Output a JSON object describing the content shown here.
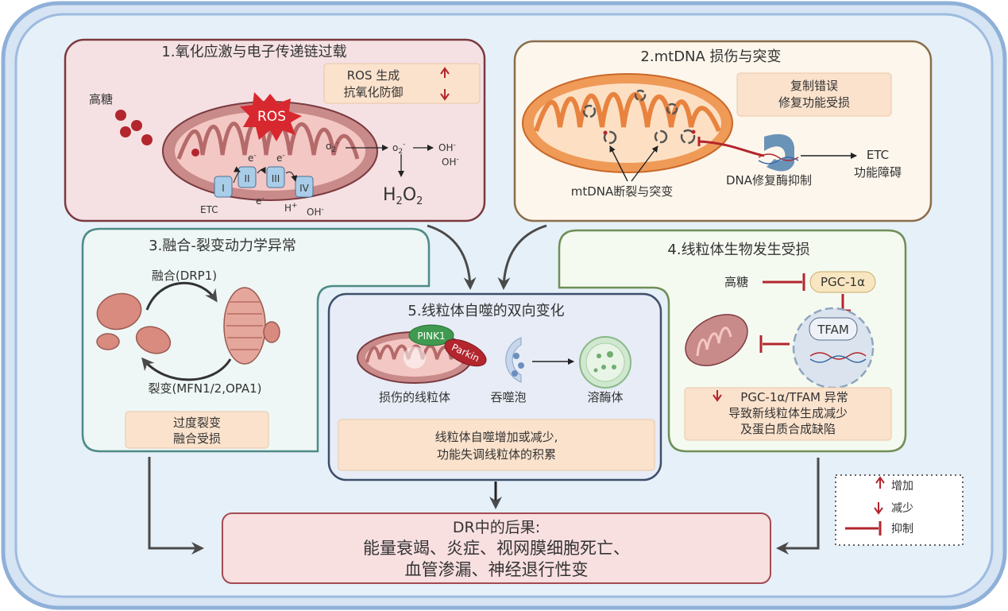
{
  "colors": {
    "outer_frame": "#8fb0d8",
    "cell_fill": "#e6f0f8",
    "panel1_fill": "#f5e1e3",
    "panel1_border": "#7a3a40",
    "panel2_fill": "#fdf6ec",
    "panel2_border": "#8a6d4a",
    "panel3_fill": "#eef7f5",
    "panel3_border": "#4e8a86",
    "panel4_fill": "#f5faf1",
    "panel4_border": "#6f8f58",
    "panel5_fill": "#e7ecf6",
    "panel5_border": "#3d4f6b",
    "note_fill": "#fbe2cc",
    "result_fill": "#f8dfe0",
    "mito_orange": "#f09a58",
    "mito_red": "#c98a8a",
    "inhibit_red": "#b3262e",
    "arrow_gray": "#4a4a4a"
  },
  "panel1": {
    "title": "1.氧化应激与电子传递链过载",
    "note_line1": "ROS 生成",
    "note_line2": "抗氧化防御",
    "high_sugar": "高糖",
    "ros": "ROS",
    "complexes": [
      "I",
      "II",
      "III",
      "IV"
    ],
    "electron": "e",
    "electron_sup": "-",
    "etc": "ETC",
    "h_plus": "H",
    "h_plus_sup": "+",
    "oh": "OH",
    "oh_sup": "-",
    "o2": "o",
    "o2_sub": "2",
    "o2_sup": "-",
    "h2o2_h": "H",
    "h2o2_o": "O",
    "h2o2_sub": "2"
  },
  "panel2": {
    "title": "2.mtDNA 损伤与突变",
    "note_line1": "复制错误",
    "note_line2": "修复功能受损",
    "mtdna_label": "mtDNA断裂与突变",
    "repair_label": "DNA修复酶抑制",
    "etc_line1": "ETC",
    "etc_line2": "功能障碍"
  },
  "panel3": {
    "title": "3.融合-裂变动力学异常",
    "fusion": "融合(DRP1)",
    "fission": "裂变(MFN1/2,OPA1)",
    "note_line1": "过度裂变",
    "note_line2": "融合受损"
  },
  "panel4": {
    "title": "4.线粒体生物发生受损",
    "high_sugar": "高糖",
    "pgc": "PGC-1α",
    "tfam": "TFAM",
    "note_line1": "PGC-1α/TFAM 异常",
    "note_line2": "导致新线粒体生成减少",
    "note_line3": "及蛋白质合成缺陷"
  },
  "panel5": {
    "title": "5.线粒体自噬的双向变化",
    "pink1": "PINK1",
    "parkin": "Parkin",
    "damaged": "损伤的线粒体",
    "phagosome": "吞噬泡",
    "lysosome": "溶酶体",
    "note_line1": "线粒体自噬增加或减少,",
    "note_line2": "功能失调线粒体的积累"
  },
  "result": {
    "line1": "DR中的后果:",
    "line2": "能量衰竭、炎症、视网膜细胞死亡、",
    "line3": "血管渗漏、神经退行性变"
  },
  "legend": {
    "increase": "增加",
    "decrease": "减少",
    "inhibit": "抑制"
  }
}
